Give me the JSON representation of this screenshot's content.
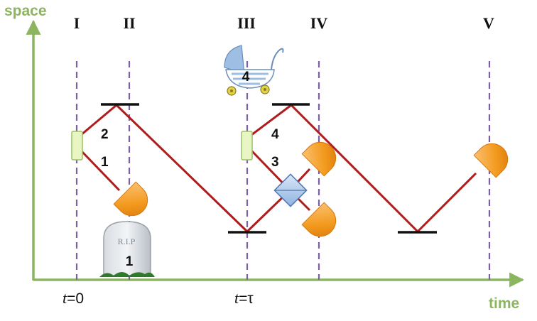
{
  "axes": {
    "y_label": "space",
    "x_label": "time",
    "color": "#8cb560"
  },
  "stages": [
    "I",
    "II",
    "III",
    "IV",
    "V"
  ],
  "time_marks": [
    {
      "t": "t",
      "eq": "=0"
    },
    {
      "t": "t",
      "eq": "=τ"
    }
  ],
  "photon_labels": {
    "upper_left": "2",
    "lower_left": "1",
    "upper_right": "4",
    "lower_right": "3",
    "tombstone": "1",
    "stroller": "4"
  },
  "tombstone_text": "R.I.P",
  "colors": {
    "photon_path": "#b01c1c",
    "stage_line": "#7b5fa8",
    "mirror": "#111111",
    "source": "#e8f6c4",
    "source_border": "#9cc266",
    "detector": "#f39a1e",
    "beam_splitter": "#a9c6ea"
  }
}
